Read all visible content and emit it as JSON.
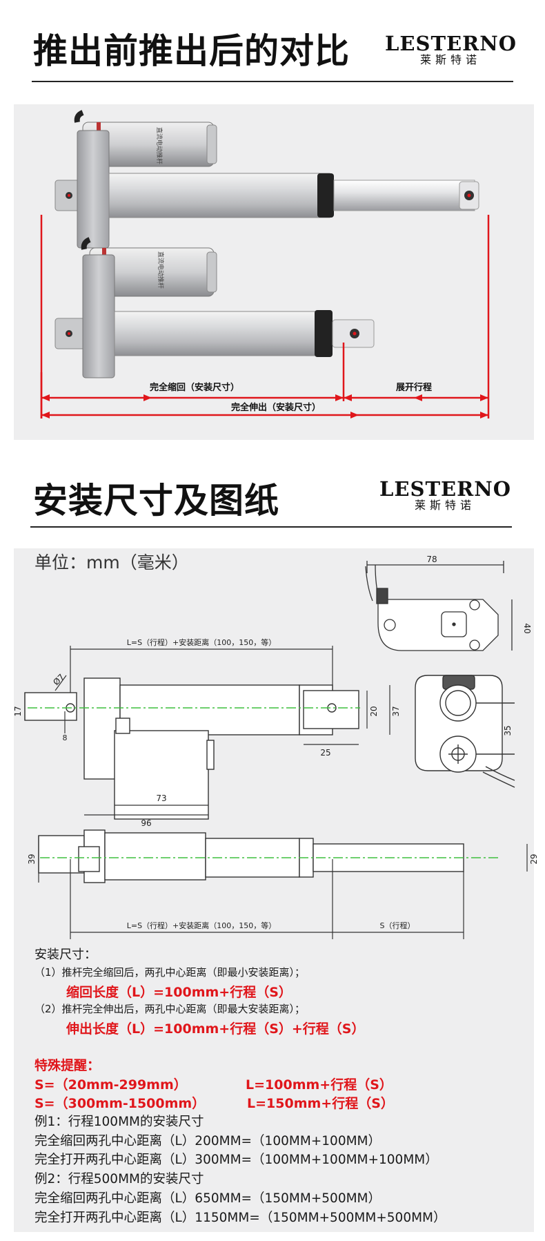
{
  "brand": {
    "name_en": "LESTERNO",
    "name_cn": "莱斯特诺"
  },
  "section1": {
    "title": "推出前推出后的对比",
    "label_retracted": "完全缩回（安装尺寸）",
    "label_stroke": "展开行程",
    "label_extended": "完全伸出（安装尺寸）",
    "motor_label": "直流电动推杆"
  },
  "section2": {
    "title": "安装尺寸及图纸",
    "unit": "单位：mm（毫米）",
    "drawing": {
      "top_formula": "L=S（行程）+安装距离（100，150，等）",
      "bottom_formula": "L=S（行程）+安装距离（100，150，等）",
      "stroke_label": "S（行程）",
      "dims": {
        "d78": "78",
        "d40": "40",
        "d7": "Ø7",
        "d17": "17",
        "d8": "8",
        "d20": "20",
        "d37": "37",
        "d25": "25",
        "d73": "73",
        "d96": "96",
        "d35": "35",
        "d39": "39",
        "d29": "29"
      }
    }
  },
  "notes": {
    "heading": "安装尺寸：",
    "item1": "（1）推杆完全缩回后，两孔中心距离（即最小安装距离）；",
    "item1_formula": "缩回长度（L）=100mm+行程（S）",
    "item2": "（2）推杆完全伸出后，两孔中心距离（即最大安装距离）；",
    "item2_formula": "伸出长度（L）=100mm+行程（S）+行程（S）",
    "special_heading": "特殊提醒：",
    "range1": "S=（20mm-299mm）",
    "range1_formula": "L=100mm+行程（S）",
    "range2": "S=（300mm-1500mm）",
    "range2_formula": "L=150mm+行程（S）",
    "ex1_title": "例1：行程100MM的安装尺寸",
    "ex1_line1": "完全缩回两孔中心距离（L）200MM=（100MM+100MM）",
    "ex1_line2": "完全打开两孔中心距离（L）300MM=（100MM+100MM+100MM）",
    "ex2_title": "例2：行程500MM的安装尺寸",
    "ex2_line1": "完全缩回两孔中心距离（L）650MM=（150MM+500MM）",
    "ex2_line2": "完全打开两孔中心距离（L）1150MM=（150MM+500MM+500MM）"
  },
  "colors": {
    "accent_red": "#e0161b",
    "panel_bg": "#eeeeef",
    "centerline": "#3fbf3f"
  }
}
